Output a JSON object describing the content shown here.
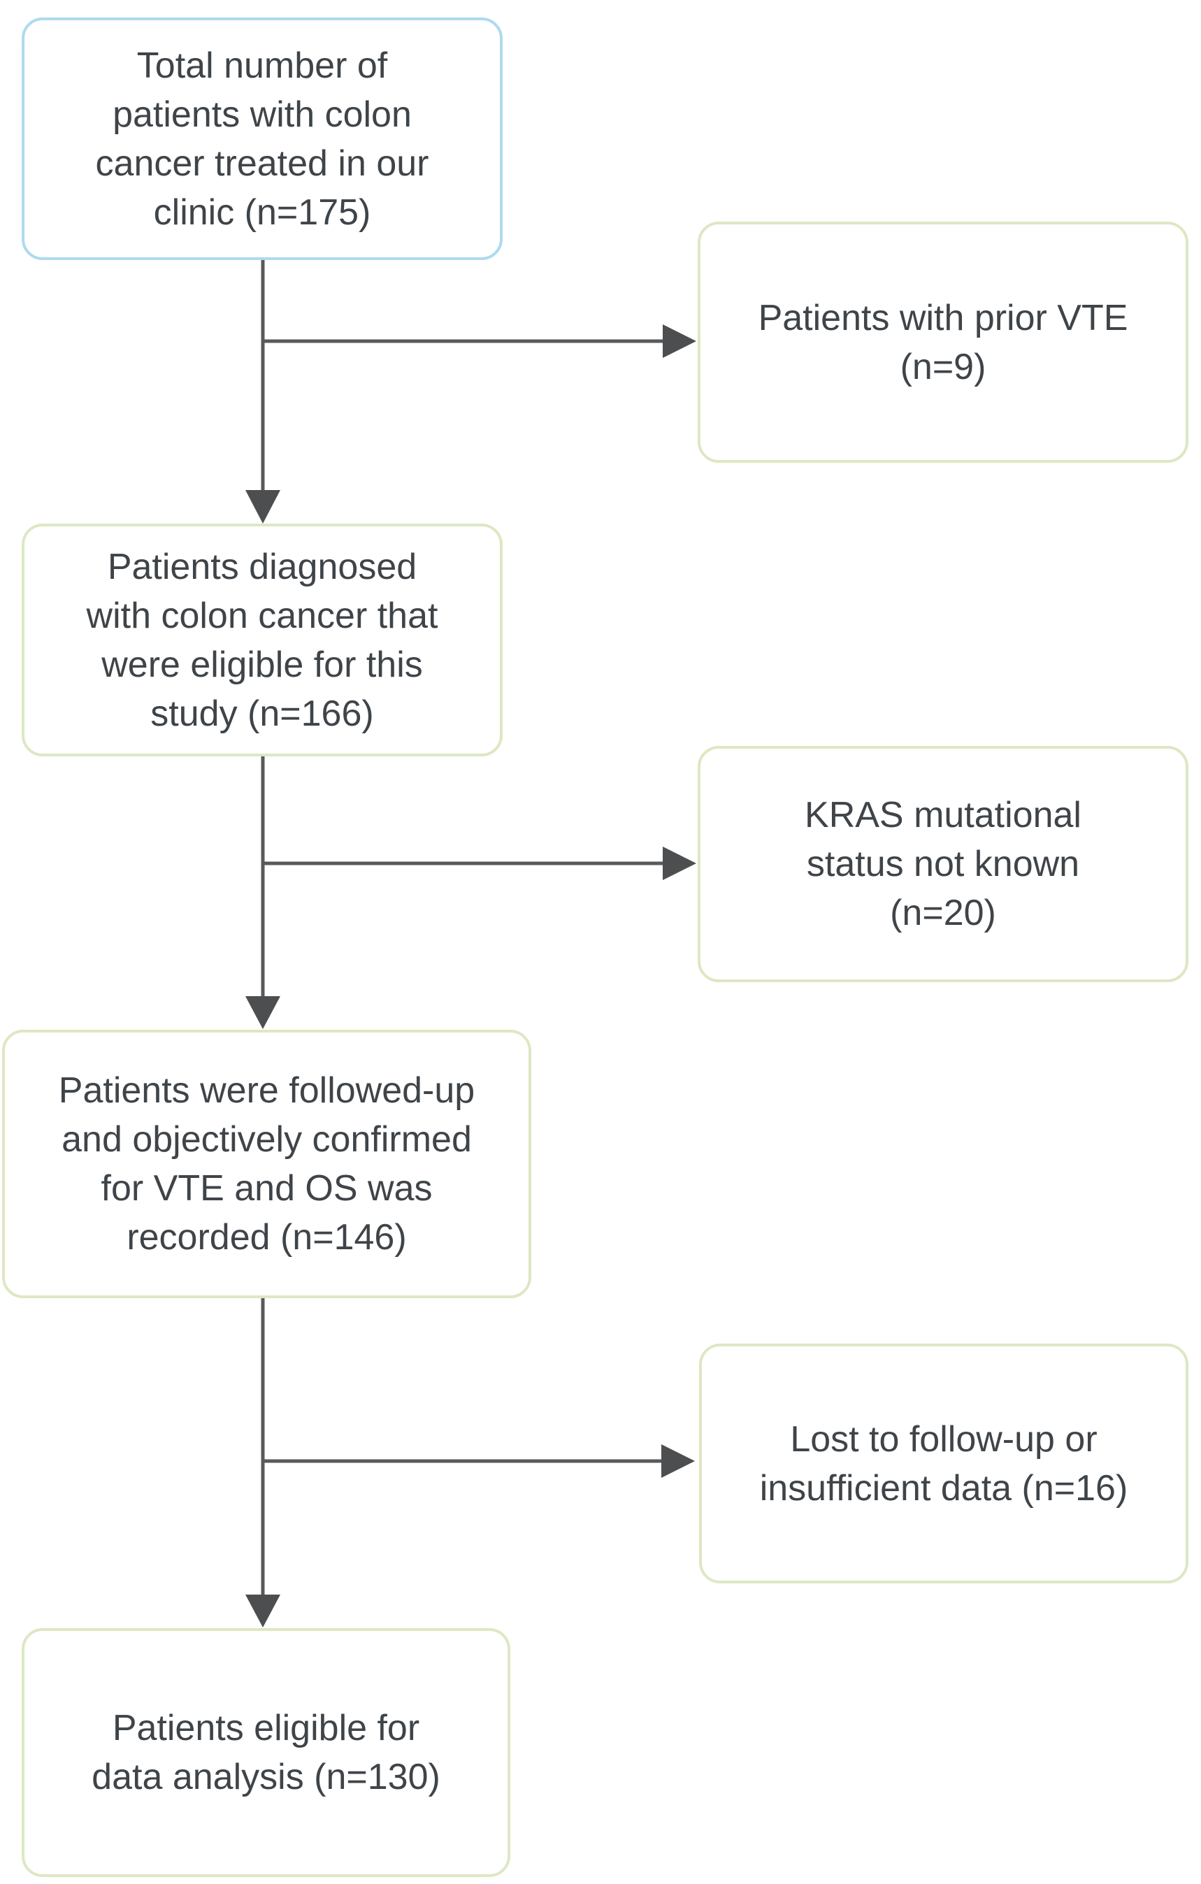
{
  "theme": {
    "bg": "#ffffff",
    "blue-border": "#aedaef",
    "green-border": "#dde8c4",
    "arrow-color": "#58595b",
    "text-color": "#3f4449"
  },
  "diagram": {
    "type": "patient-flow-diagram",
    "nodes": [
      {
        "id": "total-patients",
        "n": 175,
        "lines": [
          "Total number of",
          "patients with colon",
          "cancer treated in our",
          "clinic (n=175)"
        ]
      },
      {
        "id": "prior-vte-excluded",
        "n": 9,
        "lines": [
          "Patients with prior VTE",
          "(n=9)"
        ]
      },
      {
        "id": "eligible-patients",
        "n": 166,
        "lines": [
          "Patients diagnosed",
          "with colon cancer that",
          "were eligible for this",
          "study (n=166)"
        ]
      },
      {
        "id": "kras-unknown-excluded",
        "n": 20,
        "lines": [
          "KRAS mutational",
          "status not known",
          "(n=20)"
        ]
      },
      {
        "id": "followed-up-patients",
        "n": 146,
        "lines": [
          "Patients were followed-up",
          "and objectively confirmed",
          "for VTE and OS was",
          "recorded (n=146)"
        ]
      },
      {
        "id": "lost-to-follow-up-excluded",
        "n": 16,
        "lines": [
          "Lost to follow-up or",
          "insufficient data (n=16)"
        ]
      },
      {
        "id": "analysis-patients",
        "n": 130,
        "lines": [
          "Patients eligible for",
          "data analysis (n=130)"
        ]
      }
    ],
    "edges": [
      {
        "from": "total-patients",
        "to": "eligible-patients"
      },
      {
        "from": "total-patients",
        "to": "prior-vte-excluded"
      },
      {
        "from": "eligible-patients",
        "to": "followed-up-patients"
      },
      {
        "from": "eligible-patients",
        "to": "kras-unknown-excluded"
      },
      {
        "from": "followed-up-patients",
        "to": "analysis-patients"
      },
      {
        "from": "followed-up-patients",
        "to": "lost-to-follow-up-excluded"
      }
    ]
  }
}
